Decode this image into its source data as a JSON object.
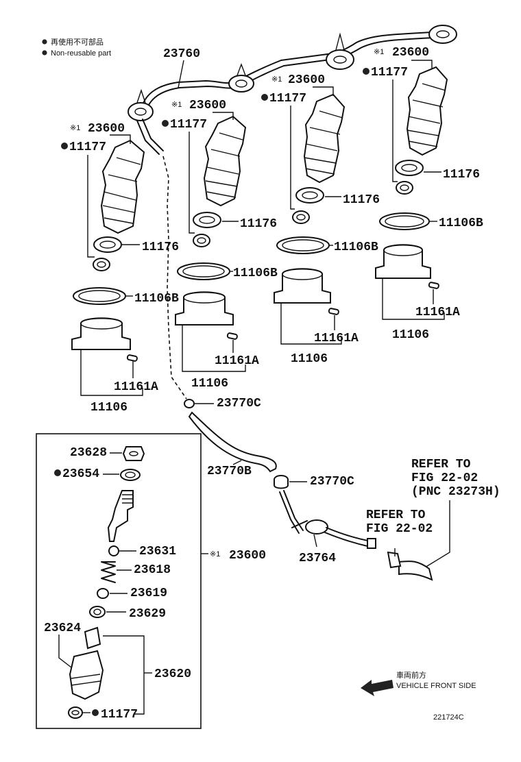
{
  "legend": {
    "jp": "再使用不可部品",
    "en": "Non-reusable part"
  },
  "labels": {
    "l23760": "23760",
    "x1": "※1",
    "p23600": "23600",
    "p11177": "11177",
    "p11176": "11176",
    "p11106B": "11106B",
    "p11161A": "11161A",
    "p11106": "11106",
    "p23770C": "23770C",
    "p23770B": "23770B",
    "p23764": "23764",
    "p23628": "23628",
    "p23654": "23654",
    "p23631": "23631",
    "p23618": "23618",
    "p23619": "23619",
    "p23629": "23629",
    "p23624": "23624",
    "p23620": "23620"
  },
  "refer1": {
    "line1": "REFER TO",
    "line2": "FIG 22-02",
    "line3": "(PNC 23273H)"
  },
  "refer2": {
    "line1": "REFER TO",
    "line2": "FIG 22-02"
  },
  "vehicle_front": {
    "jp": "車両前方",
    "en": "VEHICLE FRONT SIDE"
  },
  "figure_code": "221724C"
}
